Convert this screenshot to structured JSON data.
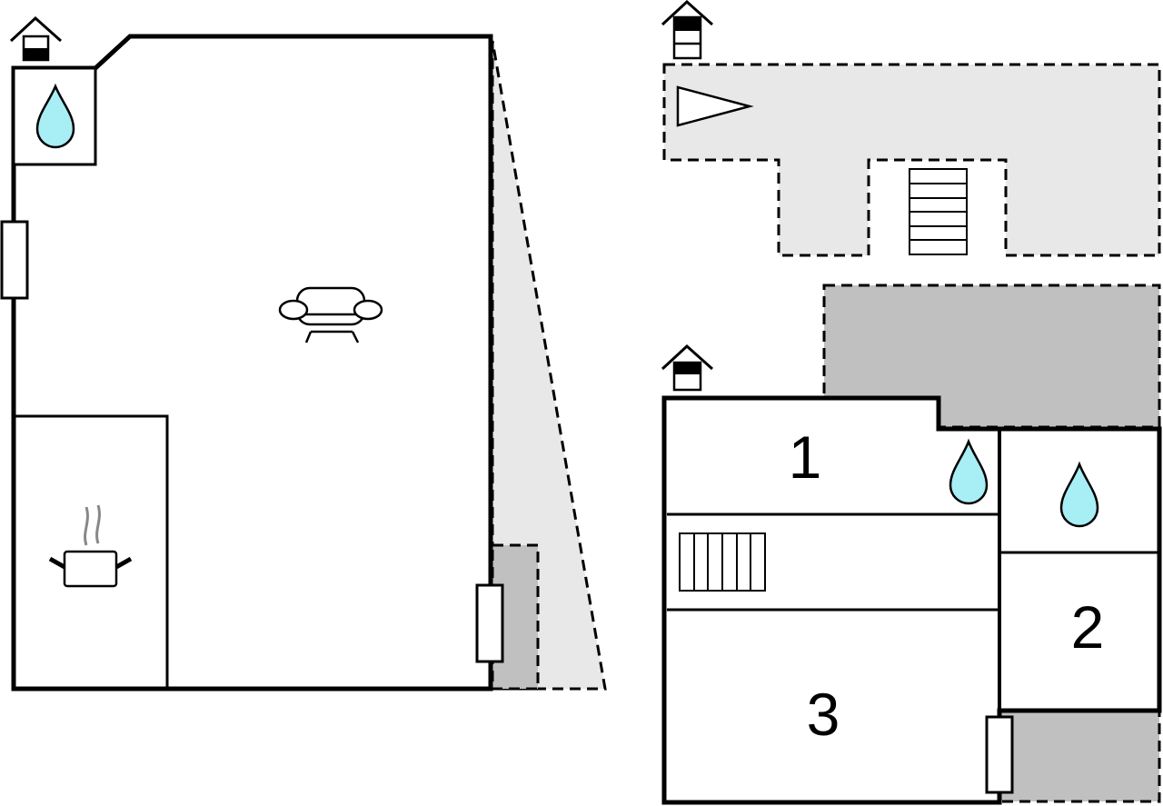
{
  "colors": {
    "wall": "#000000",
    "water": "#a8eef5",
    "terrace_light": "#e8e8e8",
    "terrace_dark": "#c0c0c0",
    "room_fill": "#ffffff"
  },
  "icons": {
    "floor_marker": "house-floor-icon",
    "water": "water-drop-icon",
    "sofa": "sofa-icon",
    "cooking": "cooking-pot-icon",
    "stairs": "stairs-icon",
    "door": "door-icon",
    "arrow": "direction-arrow-icon"
  },
  "rooms": {
    "room1": {
      "label": "1"
    },
    "room2": {
      "label": "2"
    },
    "room3": {
      "label": "3"
    }
  }
}
